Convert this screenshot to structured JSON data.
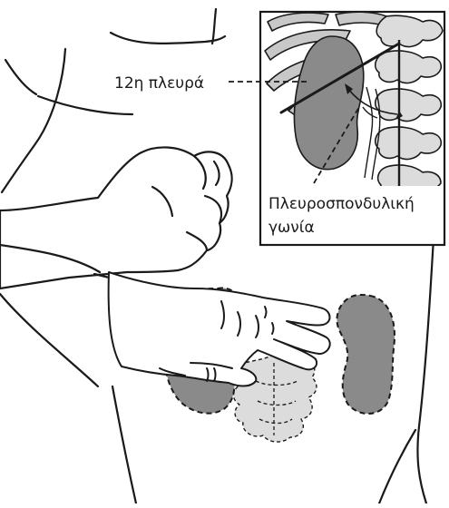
{
  "labels": {
    "rib": "12η πλευρά",
    "angle_line1": "Πλευροσπονδυλική",
    "angle_line2": "γωνία"
  },
  "colors": {
    "outline": "#1a1a1a",
    "kidney_fill": "#8a8a8a",
    "spine_fill": "#dcdcdc",
    "rib_fill": "#c8c8c8",
    "background": "#ffffff"
  }
}
